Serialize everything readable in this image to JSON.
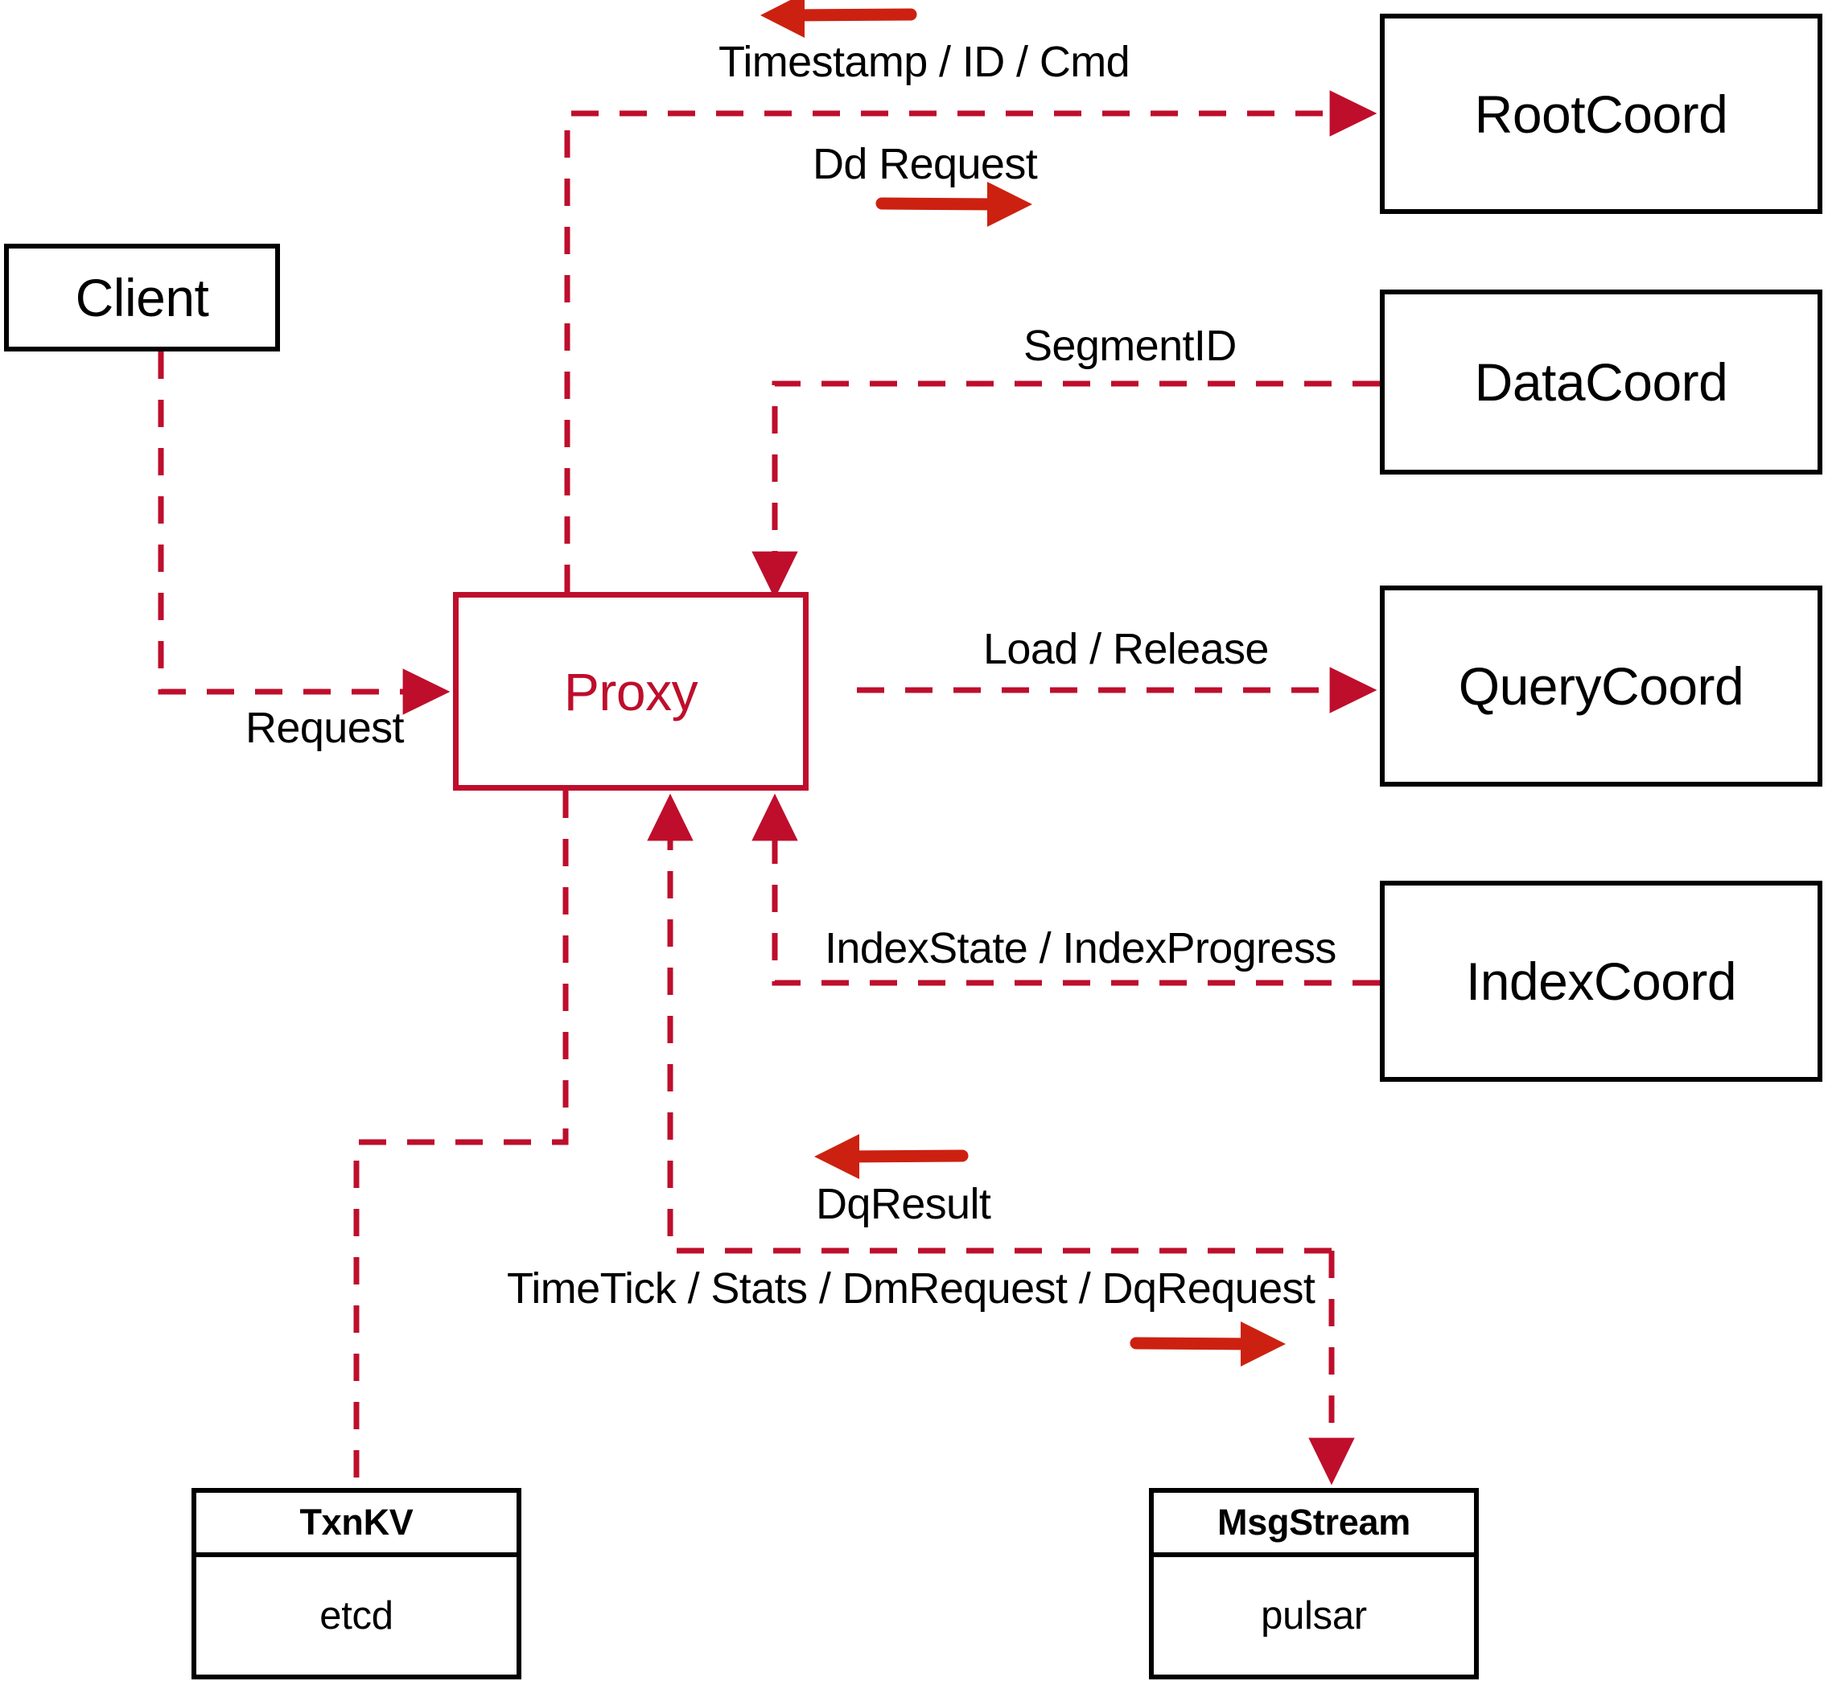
{
  "diagram": {
    "title": "Milvus Proxy interaction diagram",
    "accent_red": "#BE0E2C",
    "arrow_red": "#CC2110",
    "node_black": "#000000"
  },
  "nodes": {
    "client": {
      "label": "Client"
    },
    "proxy": {
      "label": "Proxy"
    },
    "root_coord": {
      "label": "RootCoord"
    },
    "data_coord": {
      "label": "DataCoord"
    },
    "query_coord": {
      "label": "QueryCoord"
    },
    "index_coord": {
      "label": "IndexCoord"
    },
    "txnkv": {
      "header": "TxnKV",
      "body": "etcd"
    },
    "msgstream": {
      "header": "MsgStream",
      "body": "pulsar"
    }
  },
  "edge_labels": {
    "timestamp_id_cmd": "Timestamp / ID / Cmd",
    "dd_request": "Dd Request",
    "segment_id": "SegmentID",
    "load_release": "Load / Release",
    "index_state_progress": "IndexState / IndexProgress",
    "request": "Request",
    "dq_result": "DqResult",
    "timetick_stats": "TimeTick / Stats / DmRequest / DqRequest"
  },
  "direction_arrows": [
    {
      "name": "timestamp-direction-arrow",
      "direction": "left"
    },
    {
      "name": "dd-request-direction-arrow",
      "direction": "right"
    },
    {
      "name": "dq-result-direction-arrow",
      "direction": "left"
    },
    {
      "name": "timetick-direction-arrow",
      "direction": "right"
    }
  ]
}
